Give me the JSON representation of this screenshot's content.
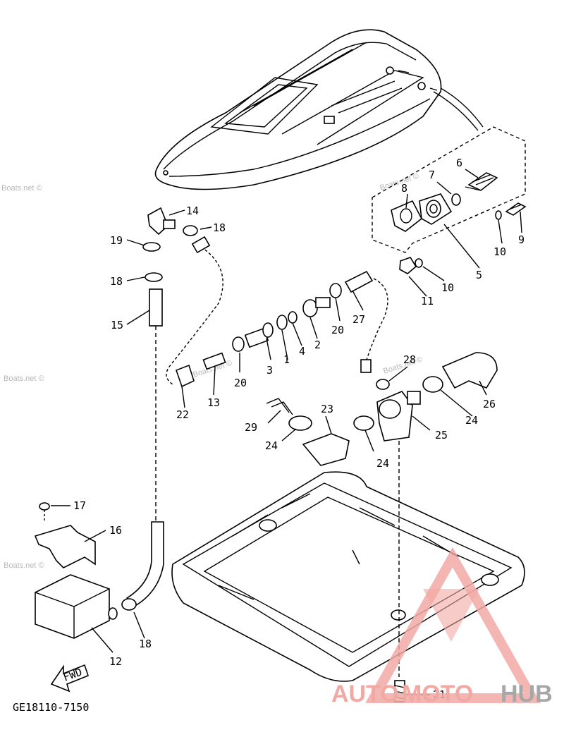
{
  "callouts": {
    "c1": "1",
    "c2": "2",
    "c3": "3",
    "c4": "4",
    "c5": "5",
    "c6": "6",
    "c7": "7",
    "c8": "8",
    "c9": "9",
    "c10a": "10",
    "c10b": "10",
    "c11": "11",
    "c12": "12",
    "c13": "13",
    "c14": "14",
    "c15": "15",
    "c16": "16",
    "c17": "17",
    "c18a": "18",
    "c18b": "18",
    "c18c": "18",
    "c19": "19",
    "c20a": "20",
    "c20b": "20",
    "c21": "21",
    "c22": "22",
    "c23": "23",
    "c24a": "24",
    "c24b": "24",
    "c24c": "24",
    "c25": "25",
    "c26": "26",
    "c27": "27",
    "c28": "28",
    "c29": "29"
  },
  "fwd_label": "FWD",
  "drawing_code": "GE18110-7150",
  "watermark": "Boats.net ©",
  "logo": {
    "part1": "AUTO",
    "part2": "MOTO",
    "part3": "HUB"
  },
  "colors": {
    "logo_accent": "#f2a9a4",
    "logo_gray": "#a7a7a7",
    "line": "#000000"
  }
}
